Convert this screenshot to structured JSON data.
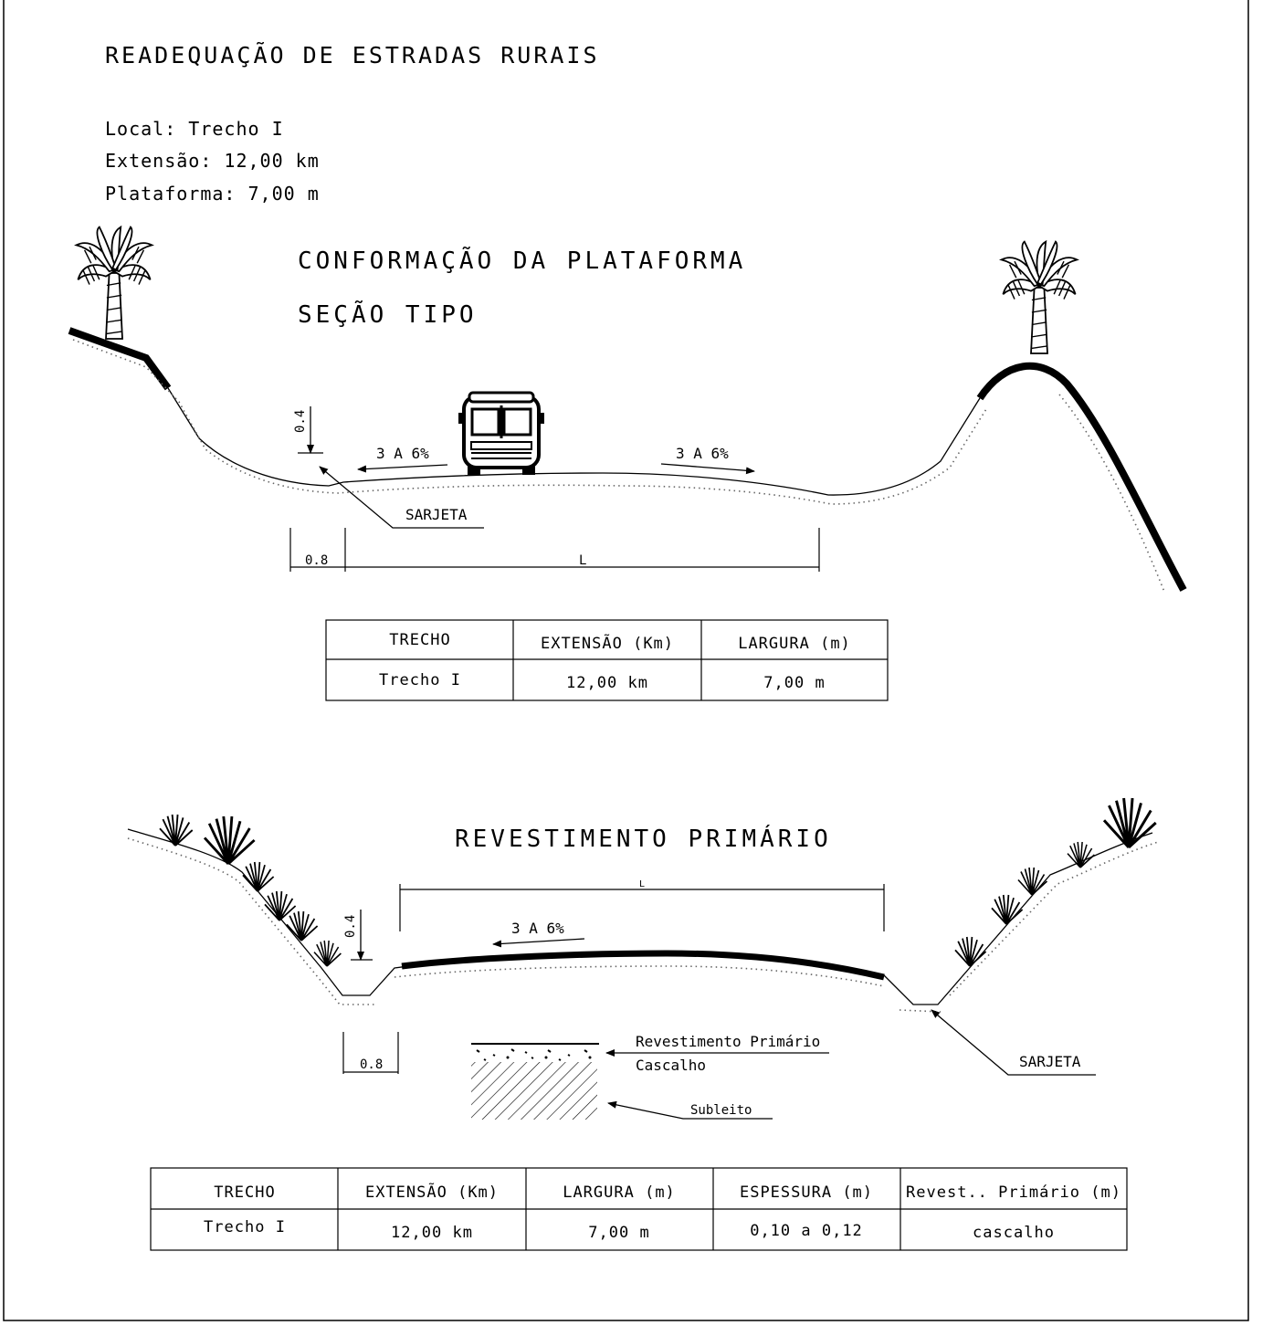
{
  "header": {
    "title": "READEQUAÇÃO DE ESTRADAS RURAIS",
    "local": "Local: Trecho I",
    "extensao": "Extensão: 12,00  km",
    "plataforma": "Plataforma:  7,00 m"
  },
  "section1": {
    "title": "CONFORMAÇÃO DA PLATAFORMA",
    "subtitle": "SEÇÃO TIPO",
    "depth_label": "0.4",
    "slope_left": "3 A 6%",
    "slope_right": "3 A 6%",
    "sarjeta_label": "SARJETA",
    "dim_ditch": "0.8",
    "dim_width": "L",
    "table": {
      "headers": [
        "TRECHO",
        "EXTENSÃO (Km)",
        "LARGURA (m)"
      ],
      "row": [
        "Trecho I",
        "12,00 km",
        "7,00 m"
      ]
    }
  },
  "section2": {
    "title": "REVESTIMENTO PRIMÁRIO",
    "dim_width": "L",
    "slope_label": "3 A 6%",
    "depth_label": "0.4",
    "dim_ditch": "0.8",
    "sarjeta_label": "SARJETA",
    "legend": {
      "layer1": "Revestimento Primário",
      "layer2": "Cascalho",
      "layer3": "Subleito"
    },
    "table": {
      "headers": [
        "TRECHO",
        "EXTENSÃO (Km)",
        "LARGURA (m)",
        "ESPESSURA (m)",
        "Revest.. Primário (m)"
      ],
      "row": [
        "Trecho I",
        "12,00 km",
        "7,00 m",
        "0,10 a 0,12",
        "cascalho"
      ]
    }
  },
  "colors": {
    "ink": "#000000",
    "paper": "#ffffff"
  },
  "icons": [
    "palm-tree-icon",
    "bus-icon",
    "shrub-icon"
  ]
}
